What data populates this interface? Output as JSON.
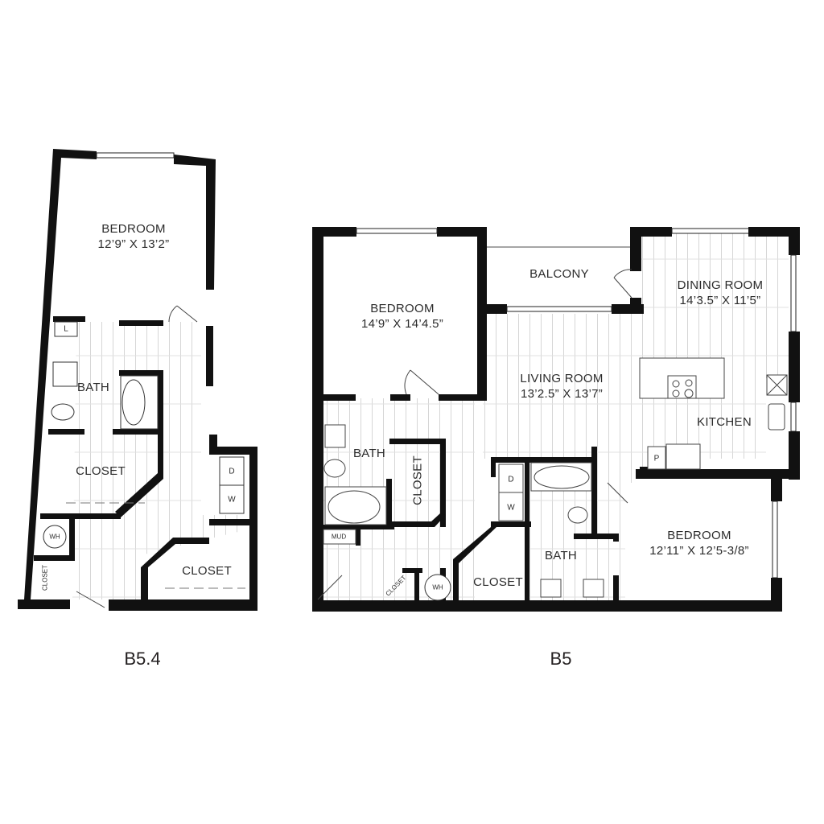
{
  "plans": [
    {
      "name": "B5.4",
      "rooms": [
        {
          "name": "BEDROOM",
          "dimensions": "12’9” X 13’2”"
        },
        {
          "name": "BATH"
        },
        {
          "name": "CLOSET"
        },
        {
          "name": "CLOSET"
        },
        {
          "name": "CLOSET"
        }
      ],
      "fixtures": {
        "linen": "L",
        "dryer": "D",
        "washer": "W",
        "water_heater": "WH"
      }
    },
    {
      "name": "B5",
      "rooms": [
        {
          "name": "BEDROOM",
          "dimensions": "14’9” X 14’4.5”"
        },
        {
          "name": "BALCONY"
        },
        {
          "name": "LIVING ROOM",
          "dimensions": "13’2.5” X 13’7”"
        },
        {
          "name": "DINING ROOM",
          "dimensions": "14’3.5” X 11’5”"
        },
        {
          "name": "KITCHEN"
        },
        {
          "name": "BATH"
        },
        {
          "name": "CLOSET"
        },
        {
          "name": "BATH"
        },
        {
          "name": "CLOSET"
        },
        {
          "name": "CLOSET"
        },
        {
          "name": "BEDROOM",
          "dimensions": "12’11” X 12’5-3/8”"
        },
        {
          "name": "MUD"
        }
      ],
      "fixtures": {
        "dryer": "D",
        "washer": "W",
        "water_heater": "WH",
        "pantry": "P"
      }
    }
  ]
}
